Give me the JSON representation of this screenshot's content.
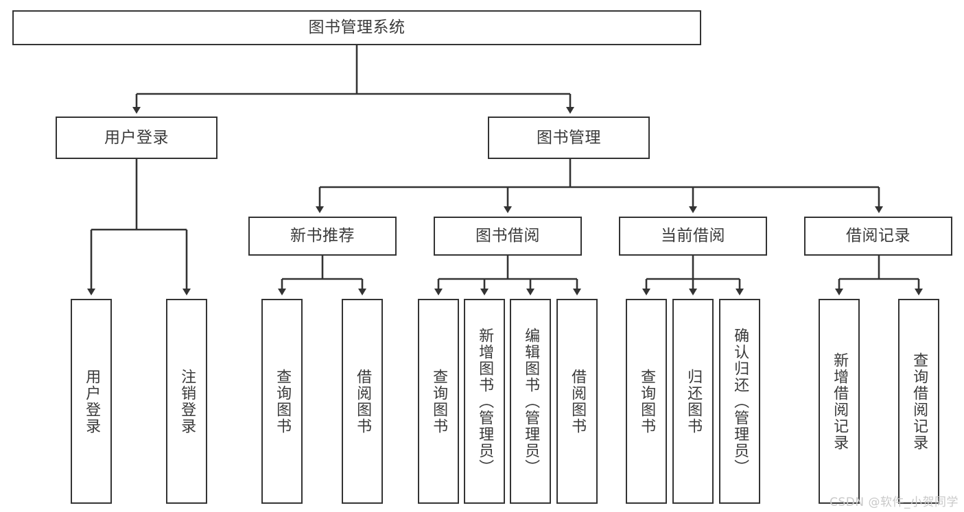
{
  "diagram": {
    "title": "图书管理系统",
    "type": "tree-hierarchy",
    "orientation": "top-down",
    "colors": {
      "box_border": "#333333",
      "box_fill": "#ffffff",
      "text": "#3a3a3a",
      "connector": "#333333",
      "watermark": "#c9c9c9",
      "background": "#ffffff"
    },
    "root": {
      "label": "图书管理系统"
    },
    "level2": [
      {
        "label": "用户登录"
      },
      {
        "label": "图书管理"
      }
    ],
    "level3": [
      {
        "label": "新书推荐"
      },
      {
        "label": "图书借阅"
      },
      {
        "label": "当前借阅"
      },
      {
        "label": "借阅记录"
      }
    ],
    "leaves": {
      "user_login": [
        {
          "label": "用户登录"
        },
        {
          "label": "注销登录"
        }
      ],
      "new_book_recommend": [
        {
          "label": "查询图书"
        },
        {
          "label": "借阅图书"
        }
      ],
      "book_borrow": [
        {
          "label": "查询图书"
        },
        {
          "label": "新增图书（管理员）"
        },
        {
          "label": "编辑图书（管理员）"
        },
        {
          "label": "借阅图书"
        }
      ],
      "current_borrow": [
        {
          "label": "查询图书"
        },
        {
          "label": "归还图书"
        },
        {
          "label": "确认归还（管理员）"
        }
      ],
      "borrow_record": [
        {
          "label": "新增借阅记录"
        },
        {
          "label": "查询借阅记录"
        }
      ]
    }
  },
  "watermark": {
    "text": "CSDN @软件_小贺同学"
  }
}
